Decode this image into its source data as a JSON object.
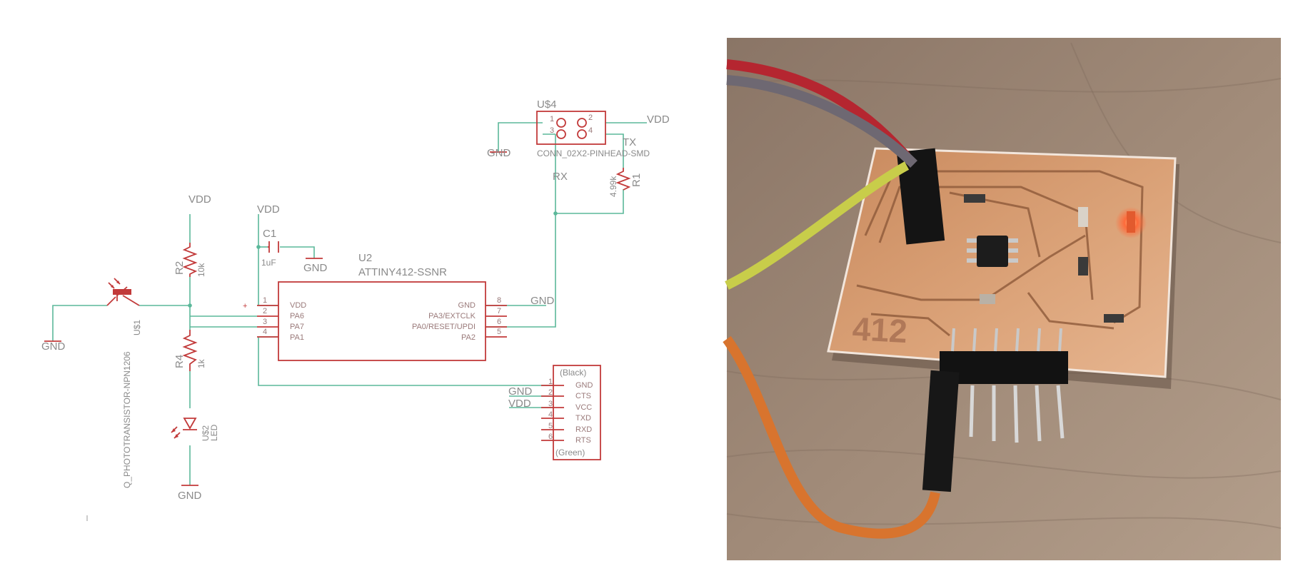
{
  "schematic": {
    "net_labels": {
      "vdd_r2": "VDD",
      "vdd_c1": "VDD",
      "vdd_u4": "VDD",
      "vdd_ftdi": "VDD",
      "gnd_q": "GND",
      "gnd_led": "GND",
      "gnd_c1": "GND",
      "gnd_u4": "GND",
      "gnd_u2": "GND",
      "gnd_ftdi": "GND",
      "rx": "RX",
      "tx": "TX"
    },
    "connector_u4": {
      "name": "U$4",
      "value": "CONN_02X2-PINHEAD-SMD",
      "pins": [
        "1",
        "2",
        "3",
        "4"
      ]
    },
    "resistor_r1": {
      "name": "R1",
      "value": "4.99k"
    },
    "resistor_r2": {
      "name": "R2",
      "value": "10k"
    },
    "resistor_r4": {
      "name": "R4",
      "value": "1k"
    },
    "capacitor_c1": {
      "name": "C1",
      "value": "1uF"
    },
    "phototransistor": {
      "name": "U$1",
      "value": "Q_PHOTOTRANSISTOR-NPN1206"
    },
    "led": {
      "name": "U$2",
      "value": "LED"
    },
    "mcu_u2": {
      "name": "U2",
      "value": "ATTINY412-SSNR",
      "left_pins": [
        {
          "num": "1",
          "name": "VDD"
        },
        {
          "num": "2",
          "name": "PA6"
        },
        {
          "num": "3",
          "name": "PA7"
        },
        {
          "num": "4",
          "name": "PA1"
        }
      ],
      "right_pins": [
        {
          "num": "8",
          "name": "GND"
        },
        {
          "num": "7",
          "name": "PA3/EXTCLK"
        },
        {
          "num": "6",
          "name": "PA0/RESET/UPDI"
        },
        {
          "num": "5",
          "name": "PA2"
        }
      ]
    },
    "ftdi_header": {
      "top_label": "(Black)",
      "bottom_label": "(Green)",
      "pins": [
        "GND",
        "CTS",
        "VCC",
        "TXD",
        "RXD",
        "RTS"
      ],
      "pin_numbers": [
        "1",
        "2",
        "3",
        "4",
        "5",
        "6"
      ]
    },
    "colors": {
      "part": "#c23a3a",
      "wire": "#5bb89a",
      "label": "#8a8a8a"
    }
  },
  "photo": {
    "board_engraving": "412"
  }
}
